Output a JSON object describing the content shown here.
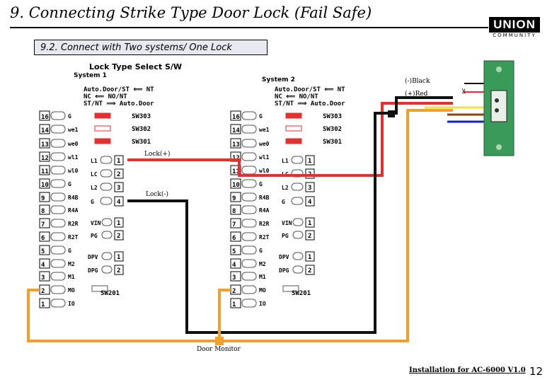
{
  "title": "9. Connecting Strike Type Door Lock (Fail Safe)",
  "brand": {
    "name": "UNION",
    "sub": "COMMUNITY"
  },
  "section": "9.2. Connect with Two systems/ One Lock",
  "lock_type_label": "Lock Type Select S/W",
  "systems": [
    {
      "name": "System 1",
      "legend": [
        "Auto.Door/ST ⟸ NT",
        "NC ⟸ NO/NT",
        "ST/NT ⟹ Auto.Door"
      ]
    },
    {
      "name": "System 2",
      "legend": [
        "Auto.Door/ST ⟸ NT",
        "NC ⟸ NO/NT",
        "ST/NT ⟹ Auto.Door"
      ]
    }
  ],
  "switches": [
    "SW303",
    "SW302",
    "SW301"
  ],
  "sw_bottom": "SW201",
  "left_pins": [
    {
      "num": "16",
      "label": "G"
    },
    {
      "num": "14",
      "label": "we1"
    },
    {
      "num": "13",
      "label": "we0"
    },
    {
      "num": "12",
      "label": "wl1"
    },
    {
      "num": "11",
      "label": "wl0"
    },
    {
      "num": "10",
      "label": "G"
    },
    {
      "num": "9",
      "label": "R4B"
    },
    {
      "num": "8",
      "label": "R4A"
    },
    {
      "num": "7",
      "label": "R2R"
    },
    {
      "num": "6",
      "label": "R2T"
    },
    {
      "num": "5",
      "label": "G"
    },
    {
      "num": "4",
      "label": "M2"
    },
    {
      "num": "3",
      "label": "M1"
    },
    {
      "num": "2",
      "label": "MO"
    },
    {
      "num": "1",
      "label": "IO"
    }
  ],
  "right_pins_a": [
    {
      "num": "1",
      "label": "L1"
    },
    {
      "num": "2",
      "label": "LC"
    },
    {
      "num": "3",
      "label": "L2"
    },
    {
      "num": "4",
      "label": "G"
    }
  ],
  "right_pins_b": [
    {
      "num": "1",
      "label": "VIN"
    },
    {
      "num": "2",
      "label": "PG"
    }
  ],
  "right_pins_c": [
    {
      "num": "1",
      "label": "DPV"
    },
    {
      "num": "2",
      "label": "DPG"
    }
  ],
  "wires": {
    "lock_plus": "Lock(+)",
    "lock_minus": "Lock(-)",
    "black": "(-)Black",
    "red": "(+)Red",
    "door_monitor": "Door Monitor"
  },
  "colors": {
    "red": "#e53030",
    "black": "#111111",
    "orange": "#f0a030",
    "yellow": "#f0e040",
    "brown": "#8b4513",
    "blue": "#1020c0",
    "green_lock": "#3a9a5a"
  },
  "footer": "Installation for AC-6000 V1.0",
  "page": "12"
}
